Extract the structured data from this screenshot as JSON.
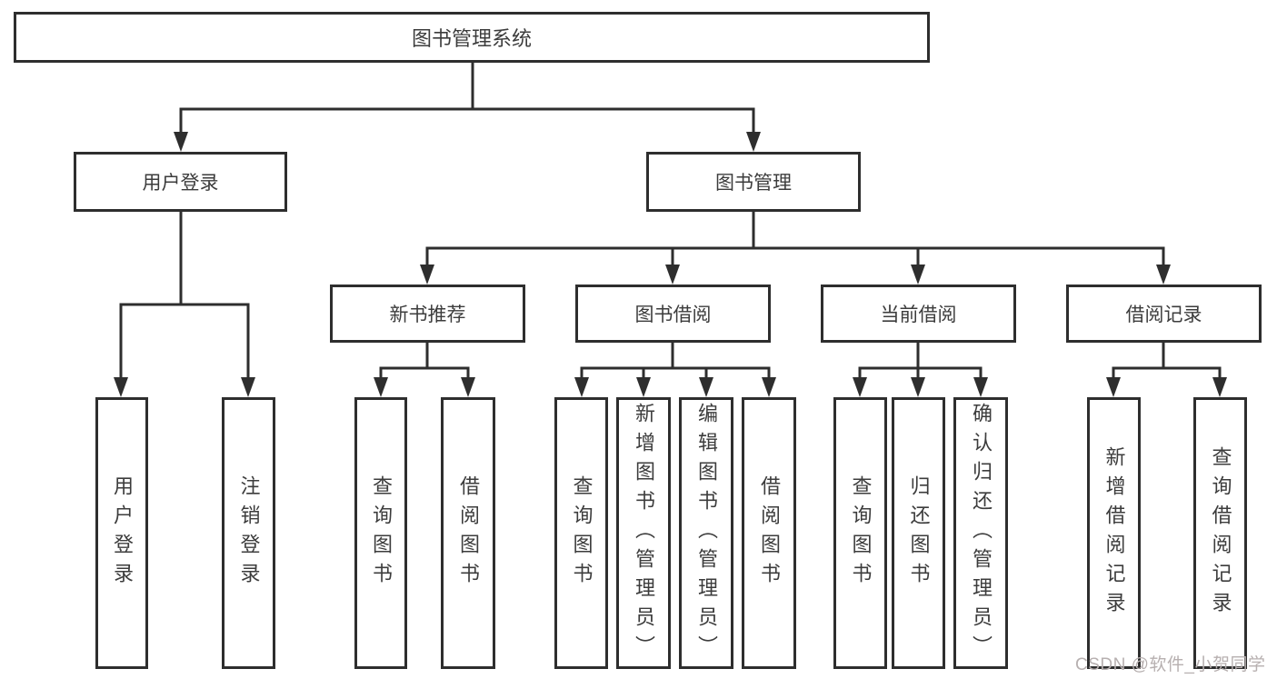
{
  "tree": {
    "label": "图书管理系统",
    "children": [
      {
        "label": "用户登录",
        "children": [
          {
            "label": "用户登录"
          },
          {
            "label": "注销登录"
          }
        ]
      },
      {
        "label": "图书管理",
        "children": [
          {
            "label": "新书推荐",
            "children": [
              {
                "label": "查询图书"
              },
              {
                "label": "借阅图书"
              }
            ]
          },
          {
            "label": "图书借阅",
            "children": [
              {
                "label": "查询图书"
              },
              {
                "label": "新增图书（管理员）"
              },
              {
                "label": "编辑图书（管理员）"
              },
              {
                "label": "借阅图书"
              }
            ]
          },
          {
            "label": "当前借阅",
            "children": [
              {
                "label": "查询图书"
              },
              {
                "label": "归还图书"
              },
              {
                "label": "确认归还（管理员）"
              }
            ]
          },
          {
            "label": "借阅记录",
            "children": [
              {
                "label": "新增借阅记录"
              },
              {
                "label": "查询借阅记录"
              }
            ]
          }
        ]
      }
    ]
  },
  "watermark": "CSDN @软件_小贺同学",
  "colors": {
    "line": "#2e2e2e",
    "text": "#3c3c3c",
    "watermark": "#b7b0b0",
    "background": "#ffffff"
  }
}
